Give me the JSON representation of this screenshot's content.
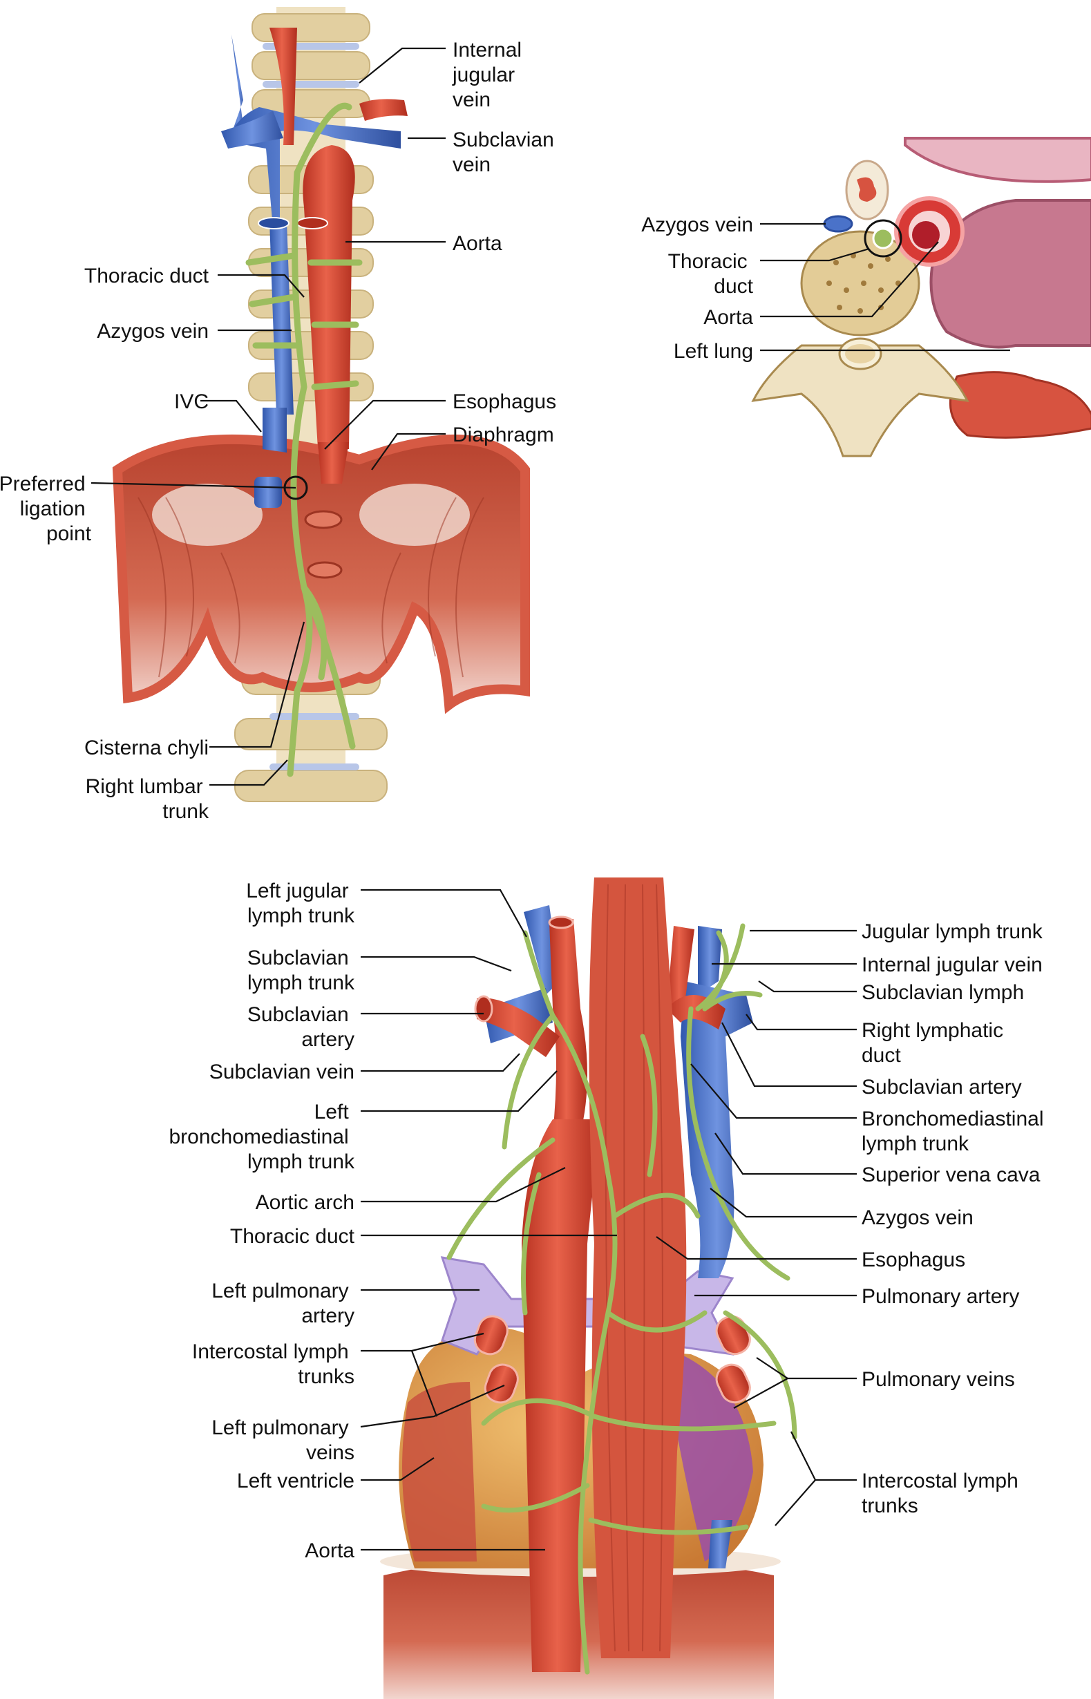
{
  "top_panel": {
    "labels": {
      "internal_jugular_vein": [
        "Internal",
        "jugular",
        "vein"
      ],
      "subclavian_vein": [
        "Subclavian",
        "vein"
      ],
      "aorta": [
        "Aorta"
      ],
      "thoracic_duct": [
        "Thoracic duct"
      ],
      "azygos_vein": [
        "Azygos vein"
      ],
      "ivc": [
        "IVC"
      ],
      "esophagus": [
        "Esophagus"
      ],
      "diaphragm": [
        "Diaphragm"
      ],
      "preferred_ligation_point": [
        "Preferred",
        "ligation",
        "point"
      ],
      "cisterna_chyli": [
        "Cisterna chyli"
      ],
      "right_lumbar_trunk": [
        "Right lumbar",
        "trunk"
      ]
    }
  },
  "cross_section": {
    "labels": {
      "azygos_vein": [
        "Azygos vein"
      ],
      "thoracic_duct": [
        "Thoracic",
        "duct"
      ],
      "aorta": [
        "Aorta"
      ],
      "left_lung": [
        "Left lung"
      ]
    }
  },
  "bottom_panel": {
    "left_labels": {
      "left_jugular_lymph_trunk": [
        "Left jugular",
        "lymph trunk"
      ],
      "subclavian_lymph_trunk": [
        "Subclavian",
        "lymph trunk"
      ],
      "subclavian_artery": [
        "Subclavian",
        "artery"
      ],
      "subclavian_vein": [
        "Subclavian vein"
      ],
      "left_bronchomediastinal_lymph_trunk": [
        "Left",
        "bronchomediastinal",
        "lymph trunk"
      ],
      "aortic_arch": [
        "Aortic arch"
      ],
      "thoracic_duct": [
        "Thoracic duct"
      ],
      "left_pulmonary_artery": [
        "Left pulmonary",
        "artery"
      ],
      "intercostal_lymph_trunks": [
        "Intercostal lymph",
        "trunks"
      ],
      "left_pulmonary_veins": [
        "Left pulmonary",
        "veins"
      ],
      "left_ventricle": [
        "Left ventricle"
      ],
      "aorta": [
        "Aorta"
      ]
    },
    "right_labels": {
      "jugular_lymph_trunk": [
        "Jugular lymph trunk"
      ],
      "internal_jugular_vein": [
        "Internal jugular vein"
      ],
      "subclavian_lymph": [
        "Subclavian lymph"
      ],
      "right_lymphatic_duct": [
        "Right lymphatic",
        "duct"
      ],
      "subclavian_artery": [
        "Subclavian artery"
      ],
      "bronchomediastinal_lymph_trunk": [
        "Bronchomediastinal",
        "lymph trunk"
      ],
      "superior_vena_cava": [
        "Superior vena cava"
      ],
      "azygos_vein": [
        "Azygos vein"
      ],
      "esophagus": [
        "Esophagus"
      ],
      "pulmonary_artery": [
        "Pulmonary artery"
      ],
      "pulmonary_veins": [
        "Pulmonary veins"
      ],
      "intercostal_lymph_trunks": [
        "Intercostal lymph",
        "trunks"
      ]
    }
  },
  "colors": {
    "artery": "#d9472f",
    "vein": "#4a72c9",
    "lymph": "#9cbd5e",
    "muscle": "#c9513e",
    "bone": "#efe2c2",
    "lung": "#c7788f"
  }
}
